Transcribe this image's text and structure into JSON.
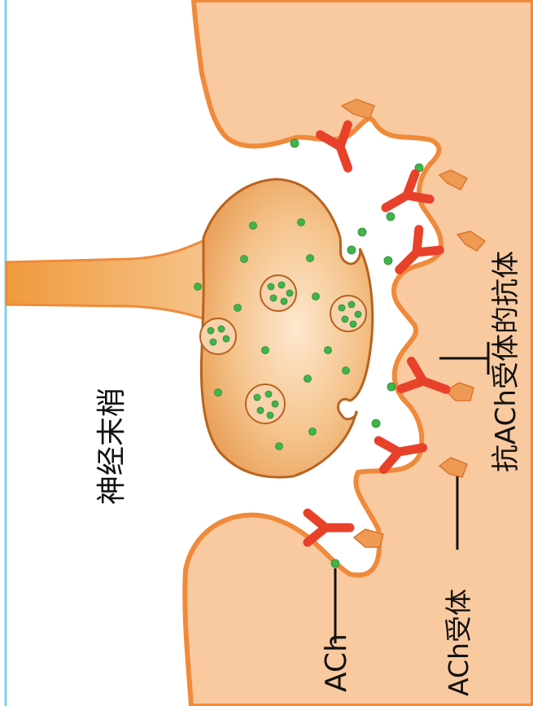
{
  "labels": {
    "nerve_terminal": "神经末梢",
    "ach": "ACh",
    "ach_receptor": "ACh受体",
    "antibody": "抗ACh受体的抗体"
  },
  "colors": {
    "background": "#ffffff",
    "frame_line": "#7fd0e8",
    "muscle_fill": "#f9c9a0",
    "membrane": "#ef8a3a",
    "terminal_fill": "#f2b878",
    "terminal_stroke": "#b8631f",
    "vesicle_green": "#3fb54a",
    "receptor": "#ee9a55",
    "antibody_red": "#e8412a"
  }
}
